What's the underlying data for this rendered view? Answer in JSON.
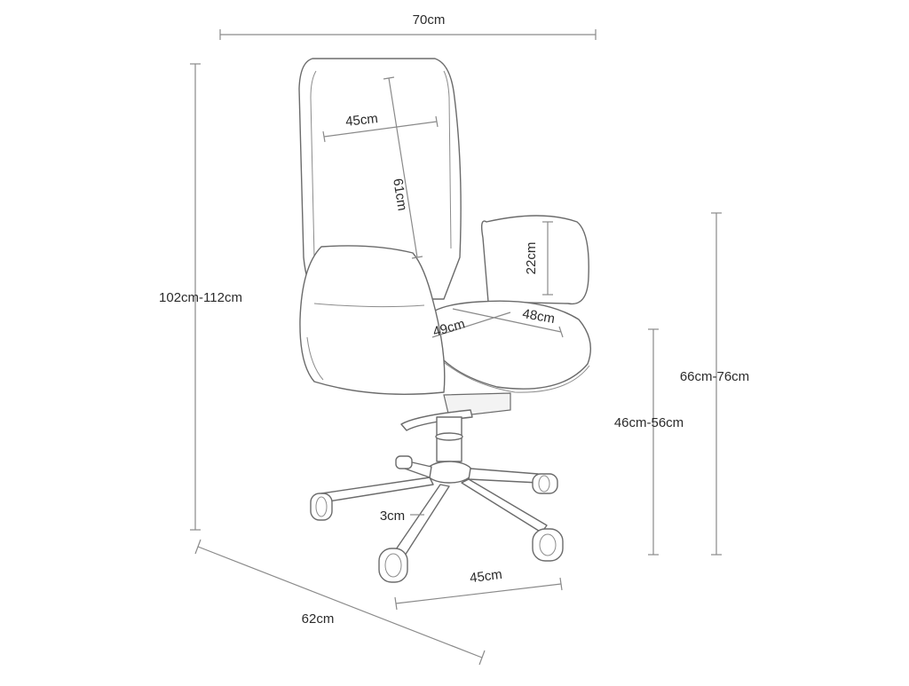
{
  "diagram": {
    "subject": "office chair dimensions",
    "labels": {
      "overall_width": "70cm",
      "overall_height": "102cm-112cm",
      "overall_depth": "62cm",
      "backrest_width": "45cm",
      "backrest_height": "61cm",
      "armrest_height": "22cm",
      "seat_depth": "49cm",
      "seat_width": "48cm",
      "armrest_floor_height": "66cm-76cm",
      "seat_floor_height": "46cm-56cm",
      "caster_size": "3cm",
      "base_radius": "45cm"
    },
    "colors": {
      "line": "#6b6b6b",
      "dimension_line": "#8a8a8a",
      "text": "#2b2b2b",
      "background": "#ffffff"
    }
  }
}
